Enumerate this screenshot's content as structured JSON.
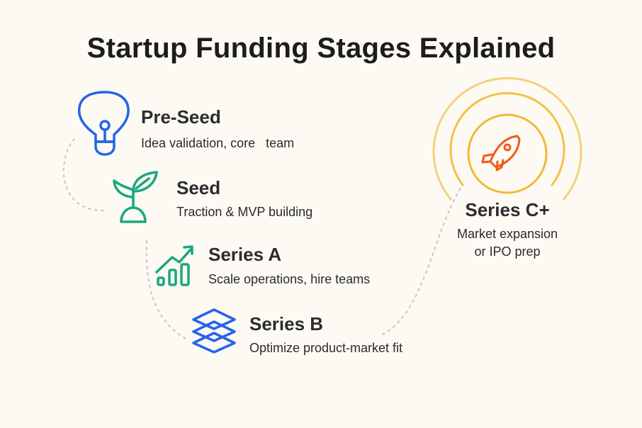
{
  "title": "Startup Funding Stages Explained",
  "stages": [
    {
      "name": "Pre-Seed",
      "description": "Idea validation, core   team",
      "icon": "lightbulb-icon",
      "color": "#2563eb"
    },
    {
      "name": "Seed",
      "description": "Traction & MVP building",
      "icon": "sprout-icon",
      "color": "#1aa77f"
    },
    {
      "name": "Series A",
      "description": "Scale operations, hire teams",
      "icon": "growth-chart-icon",
      "color": "#1aa77f"
    },
    {
      "name": "Series B",
      "description": "Optimize product-market fit",
      "icon": "layers-icon",
      "color": "#2563eb"
    },
    {
      "name": "Series C+",
      "description_lines": [
        "Market expansion",
        "or IPO prep"
      ],
      "icon": "rocket-icon",
      "color": "#f05a1a",
      "ring_color": "#f5c04a"
    }
  ]
}
